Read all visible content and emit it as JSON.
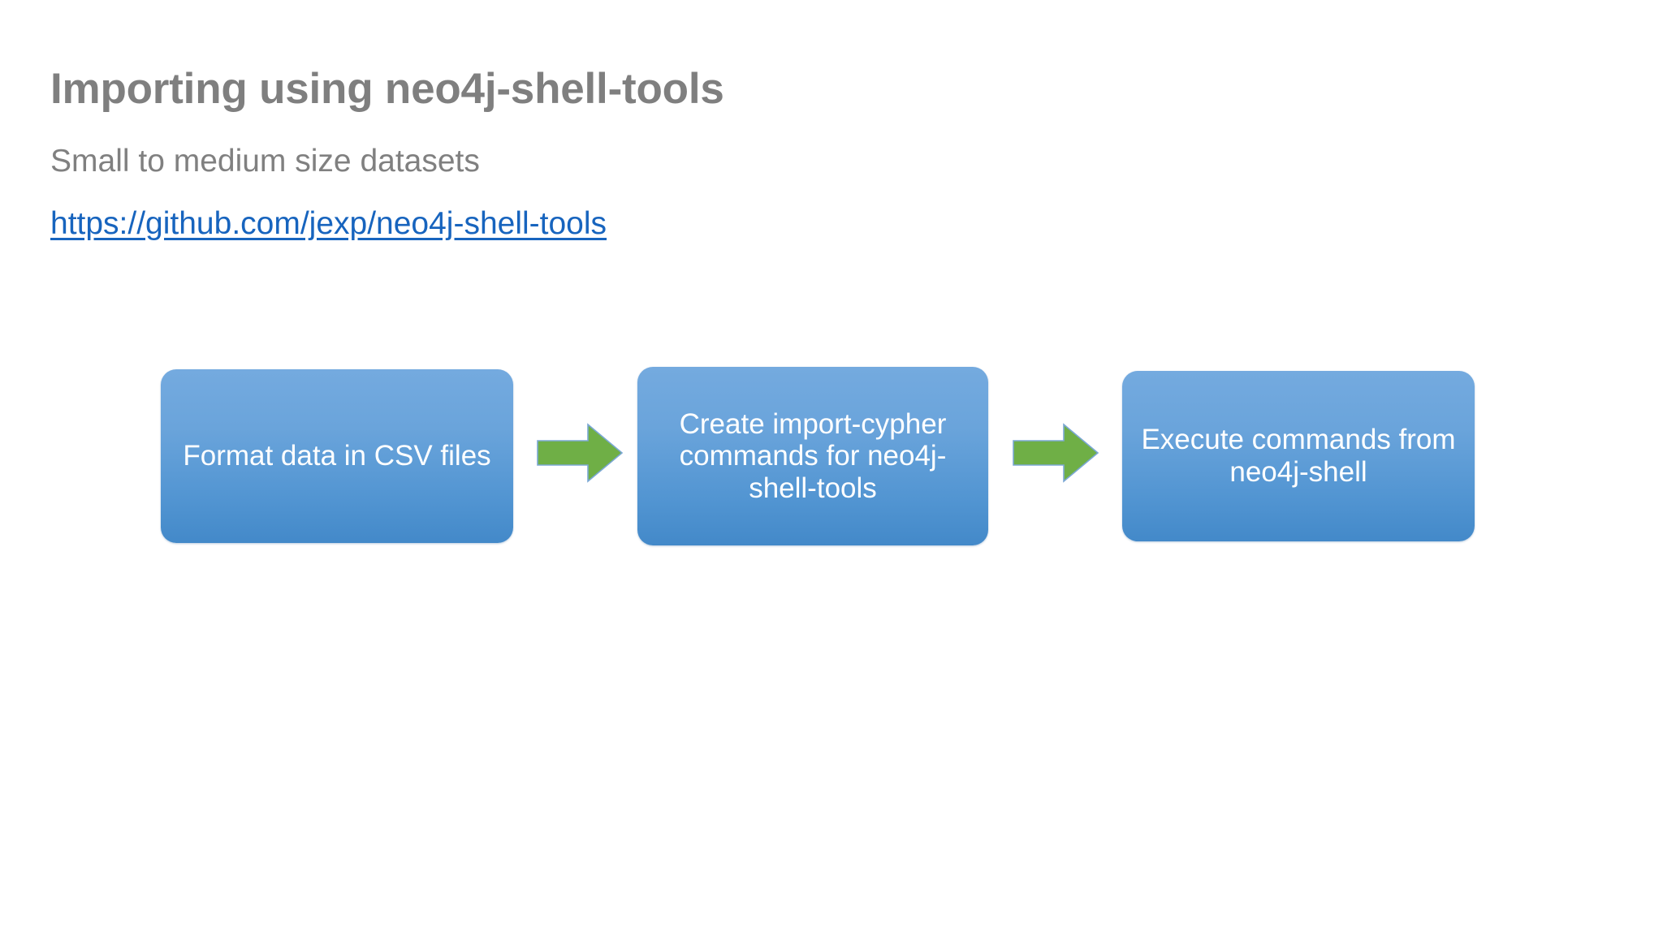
{
  "slide": {
    "title": "Importing using neo4j-shell-tools",
    "subtitle": "Small to medium size datasets",
    "link_text": "https://github.com/jexp/neo4j-shell-tools",
    "background_color": "#ffffff",
    "title_color": "#7f7f7f",
    "subtitle_color": "#808080",
    "link_color": "#1764be"
  },
  "diagram": {
    "type": "process-flow",
    "direction": "left-to-right",
    "box_fill_top": "#74aadf",
    "box_fill_bottom": "#4389c9",
    "box_text_color": "#ffffff",
    "arrow_color": "#6faf46",
    "arrow_outline_color": "#7ba8d4",
    "steps": [
      {
        "index": 1,
        "label": "Format data in CSV files"
      },
      {
        "index": 2,
        "label": "Create import-cypher commands for neo4j-shell-tools"
      },
      {
        "index": 3,
        "label": "Execute commands from neo4j-shell"
      }
    ],
    "connectors": [
      {
        "index": 1,
        "from": 1,
        "to": 2,
        "icon": "arrow-right-icon"
      },
      {
        "index": 2,
        "from": 2,
        "to": 3,
        "icon": "arrow-right-icon"
      }
    ]
  }
}
